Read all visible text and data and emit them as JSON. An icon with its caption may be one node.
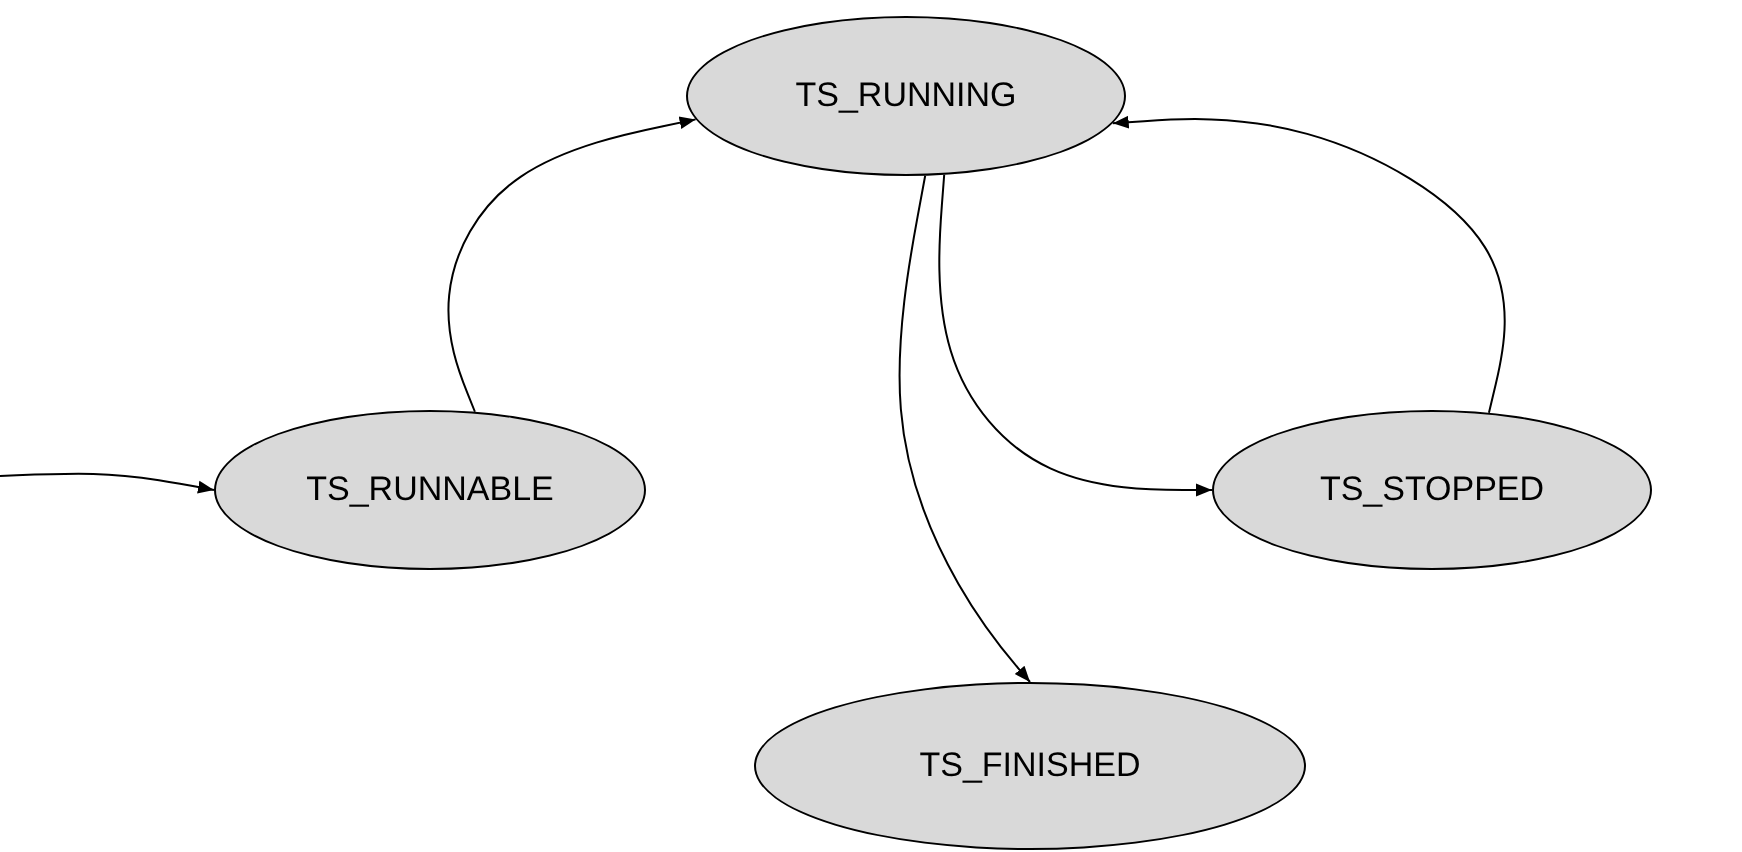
{
  "diagram": {
    "nodes": [
      {
        "text": [
          "TS_RUNNING"
        ]
      },
      {
        "text": [
          "TS_RUNNABLE"
        ]
      },
      {
        "text": [
          "TS_STOPPED"
        ]
      },
      {
        "text": [
          "TS_FINISHED"
        ]
      }
    ],
    "edges": [
      {
        "from": null,
        "to": 1,
        "arrow": "to"
      },
      {
        "from": 1,
        "to": 0,
        "arrow": "to"
      },
      {
        "from": 0,
        "to": 2,
        "arrow": "to"
      },
      {
        "from": 0,
        "to": 3,
        "arrow": "to"
      },
      {
        "from": 2,
        "to": 0,
        "arrow": "to"
      }
    ]
  }
}
